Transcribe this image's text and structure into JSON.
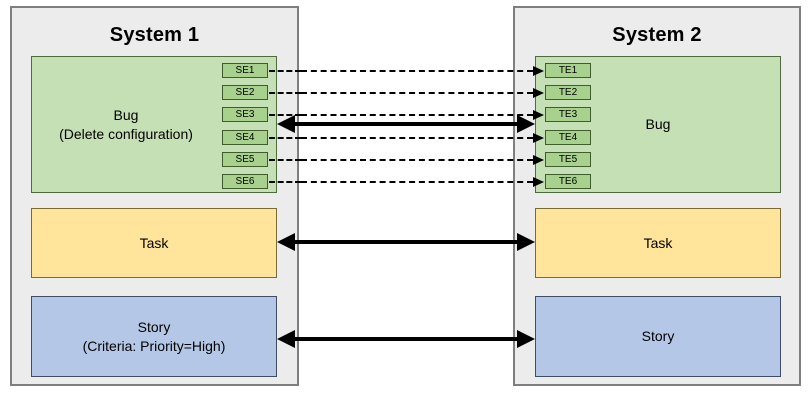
{
  "diagram": {
    "type": "system-integration-mapping",
    "title": "Work item synchronization between two systems"
  },
  "systems": [
    {
      "id": "system-1",
      "title": "System 1",
      "side": "left",
      "items": [
        {
          "id": "bug",
          "label": "Bug\n(Delete configuration)",
          "color": "#c5e0b4"
        },
        {
          "id": "task",
          "label": "Task",
          "color": "#ffe49b"
        },
        {
          "id": "story",
          "label": "Story\n(Criteria: Priority=High)",
          "color": "#b4c7e7"
        }
      ],
      "fields": [
        {
          "name": "SE1"
        },
        {
          "name": "SE2"
        },
        {
          "name": "SE3"
        },
        {
          "name": "SE4"
        },
        {
          "name": "SE5"
        },
        {
          "name": "SE6"
        }
      ]
    },
    {
      "id": "system-2",
      "title": "System 2",
      "side": "right",
      "items": [
        {
          "id": "bug",
          "label": "Bug",
          "color": "#c5e0b4"
        },
        {
          "id": "task",
          "label": "Task",
          "color": "#ffe49b"
        },
        {
          "id": "story",
          "label": "Story",
          "color": "#b4c7e7"
        }
      ],
      "fields": [
        {
          "name": "TE1"
        },
        {
          "name": "TE2"
        },
        {
          "name": "TE3"
        },
        {
          "name": "TE4"
        },
        {
          "name": "TE5"
        },
        {
          "name": "TE6"
        }
      ]
    }
  ],
  "connections": [
    {
      "id": "field-1",
      "from": "SE1",
      "to": "TE1",
      "style": "dashed",
      "direction": "right"
    },
    {
      "id": "field-2",
      "from": "SE2",
      "to": "TE2",
      "style": "dashed",
      "direction": "right"
    },
    {
      "id": "field-3",
      "from": "SE3",
      "to": "TE3",
      "style": "dashed",
      "direction": "right"
    },
    {
      "id": "field-4",
      "from": "SE4",
      "to": "TE4",
      "style": "dashed",
      "direction": "right"
    },
    {
      "id": "field-5",
      "from": "SE5",
      "to": "TE5",
      "style": "dashed",
      "direction": "right"
    },
    {
      "id": "field-6",
      "from": "SE6",
      "to": "TE6",
      "style": "dashed",
      "direction": "right"
    },
    {
      "id": "bug-link",
      "from": "Bug",
      "to": "Bug",
      "style": "solid",
      "direction": "both"
    },
    {
      "id": "task-link",
      "from": "Task",
      "to": "Task",
      "style": "solid",
      "direction": "both"
    },
    {
      "id": "story-link",
      "from": "Story",
      "to": "Story",
      "style": "solid",
      "direction": "both"
    }
  ],
  "colors": {
    "panel_fill": "#ececec",
    "panel_border": "#7f7f7f",
    "bug_fill": "#c5e0b4",
    "field_chip_fill": "#a9d18e",
    "task_fill": "#ffe49b",
    "story_fill": "#b4c7e7",
    "connector": "#000000",
    "canvas": "#ffffff"
  }
}
